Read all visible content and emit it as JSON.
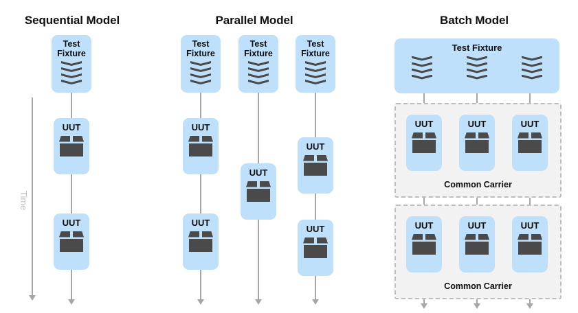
{
  "diagram": {
    "title_bar": "",
    "colors": {
      "node_fill": "#BFE0FA",
      "icon_dark": "#4A4A4A",
      "line_gray": "#A6A6A6",
      "carrier_fill": "#F2F2F2",
      "carrier_border": "#BDBDBD",
      "time_text": "#BFBFBF",
      "title_text": "#111111"
    },
    "panels": [
      {
        "id": "sequential",
        "title": "Sequential Model",
        "time_axis_label": "Time",
        "nodes": [
          {
            "type": "fixture",
            "label": "Test\nFixture"
          },
          {
            "type": "uut",
            "label": "UUT"
          },
          {
            "type": "uut",
            "label": "UUT"
          }
        ]
      },
      {
        "id": "parallel",
        "title": "Parallel Model",
        "columns": [
          {
            "nodes": [
              {
                "type": "fixture",
                "label": "Test\nFixture"
              },
              {
                "type": "uut",
                "label": "UUT"
              },
              {
                "type": "uut",
                "label": "UUT"
              }
            ]
          },
          {
            "nodes": [
              {
                "type": "fixture",
                "label": "Test\nFixture"
              },
              {
                "type": "uut",
                "label": "UUT"
              }
            ]
          },
          {
            "nodes": [
              {
                "type": "fixture",
                "label": "Test\nFixture"
              },
              {
                "type": "uut",
                "label": "UUT"
              },
              {
                "type": "uut",
                "label": "UUT"
              }
            ]
          }
        ]
      },
      {
        "id": "batch",
        "title": "Batch Model",
        "fixture": {
          "type": "fixture",
          "label": "Test Fixture",
          "icon_count": 3
        },
        "carriers": [
          {
            "label": "Common Carrier",
            "nodes": [
              {
                "type": "uut",
                "label": "UUT"
              },
              {
                "type": "uut",
                "label": "UUT"
              },
              {
                "type": "uut",
                "label": "UUT"
              }
            ]
          },
          {
            "label": "Common Carrier",
            "nodes": [
              {
                "type": "uut",
                "label": "UUT"
              },
              {
                "type": "uut",
                "label": "UUT"
              },
              {
                "type": "uut",
                "label": "UUT"
              }
            ]
          }
        ]
      }
    ]
  }
}
